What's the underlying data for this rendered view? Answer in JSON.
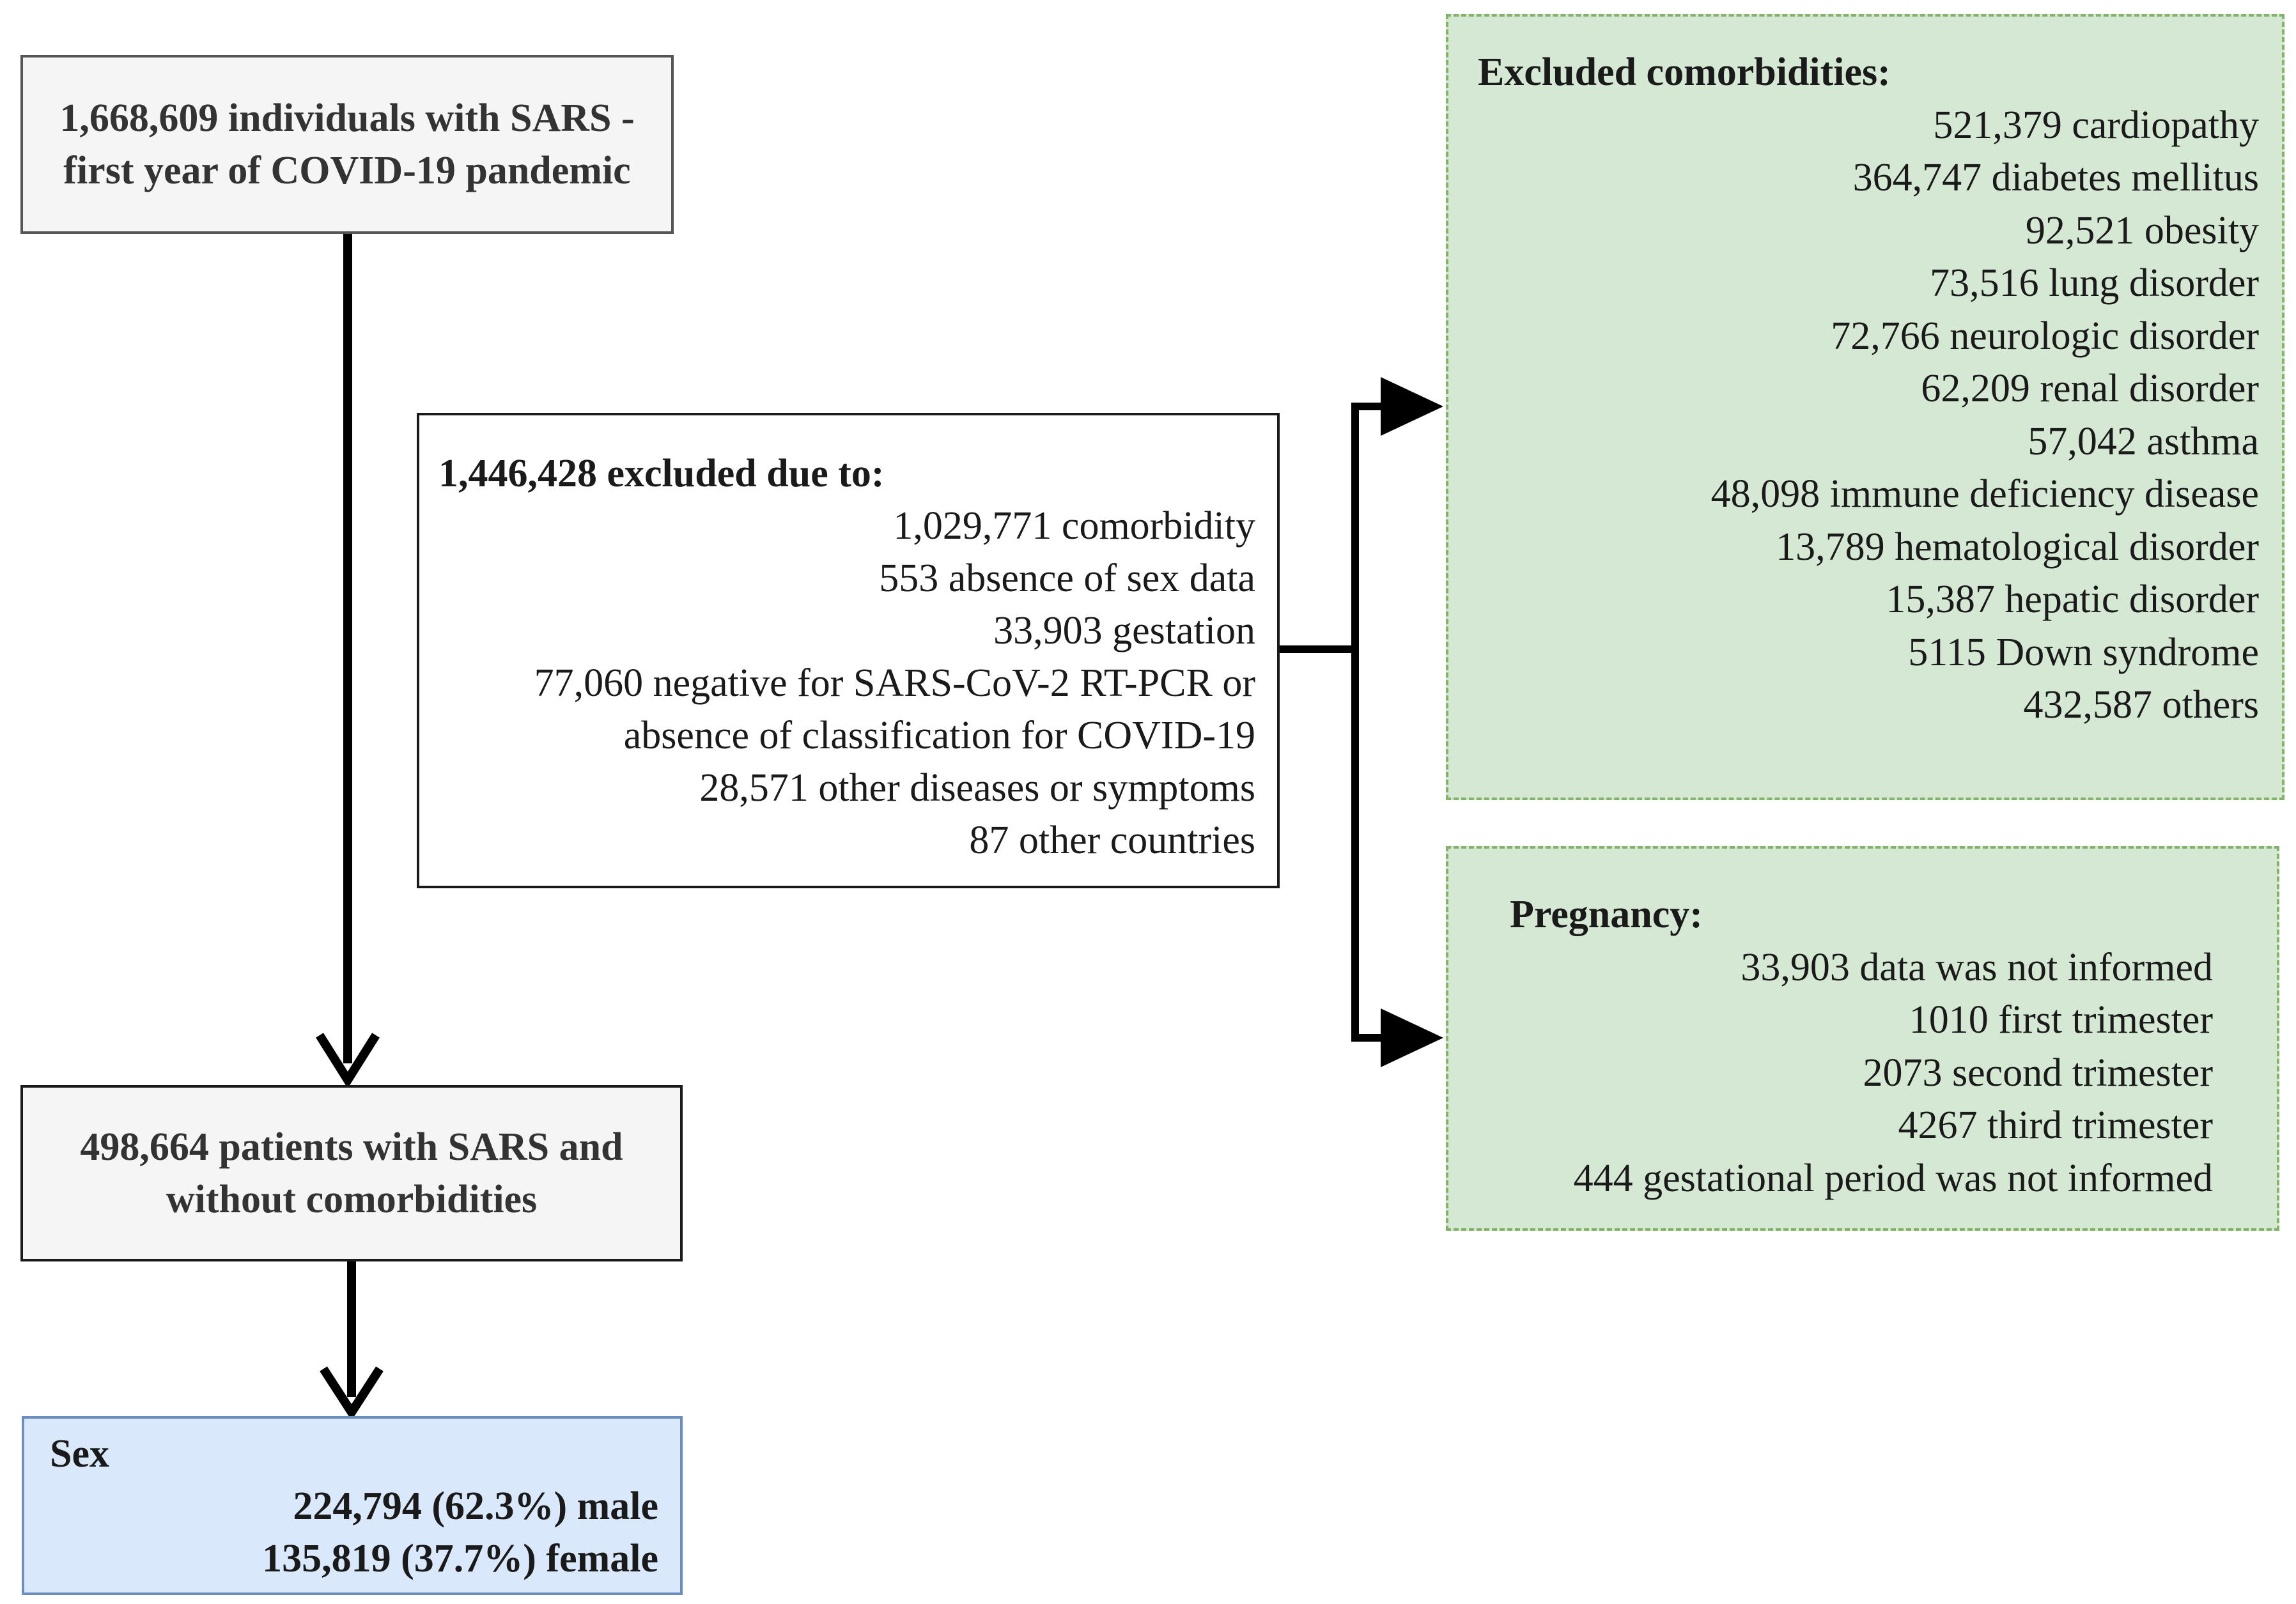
{
  "top_box": {
    "text": "1,668,609 individuals with SARS - first year of COVID-19 pandemic"
  },
  "excluded_box": {
    "title": "1,446,428 excluded due to:",
    "lines": [
      "1,029,771 comorbidity",
      "553 absence of sex data",
      "33,903 gestation",
      "77,060 negative for SARS-CoV-2 RT-PCR or",
      "absence of classification for COVID-19",
      "28,571 other diseases or symptoms",
      "87 other countries"
    ]
  },
  "comorbidities_box": {
    "title": "Excluded comorbidities:",
    "lines": [
      "521,379 cardiopathy",
      "364,747 diabetes mellitus",
      "92,521 obesity",
      "73,516 lung disorder",
      "72,766 neurologic disorder",
      "62,209 renal disorder",
      "57,042 asthma",
      "48,098 immune deficiency disease",
      "13,789 hematological disorder",
      "15,387 hepatic disorder",
      "5115 Down syndrome",
      "432,587 others"
    ]
  },
  "pregnancy_box": {
    "title": "Pregnancy:",
    "lines": [
      "33,903 data was not informed",
      "1010 first trimester",
      "2073 second trimester",
      "4267 third trimester",
      "444 gestational period was not informed"
    ]
  },
  "middle_box": {
    "text": "498,664 patients with SARS and without comorbidities"
  },
  "sex_box": {
    "title": "Sex",
    "lines": [
      "224,794 (62.3%) male",
      "135,819 (37.7%) female"
    ]
  },
  "colors": {
    "grey_box_fill": "#f5f5f5",
    "green_box_fill": "#d5e8d4",
    "green_box_border": "#82b366",
    "blue_box_fill": "#dae8fc",
    "blue_box_border": "#6c8ebf",
    "arrow": "#000000"
  }
}
